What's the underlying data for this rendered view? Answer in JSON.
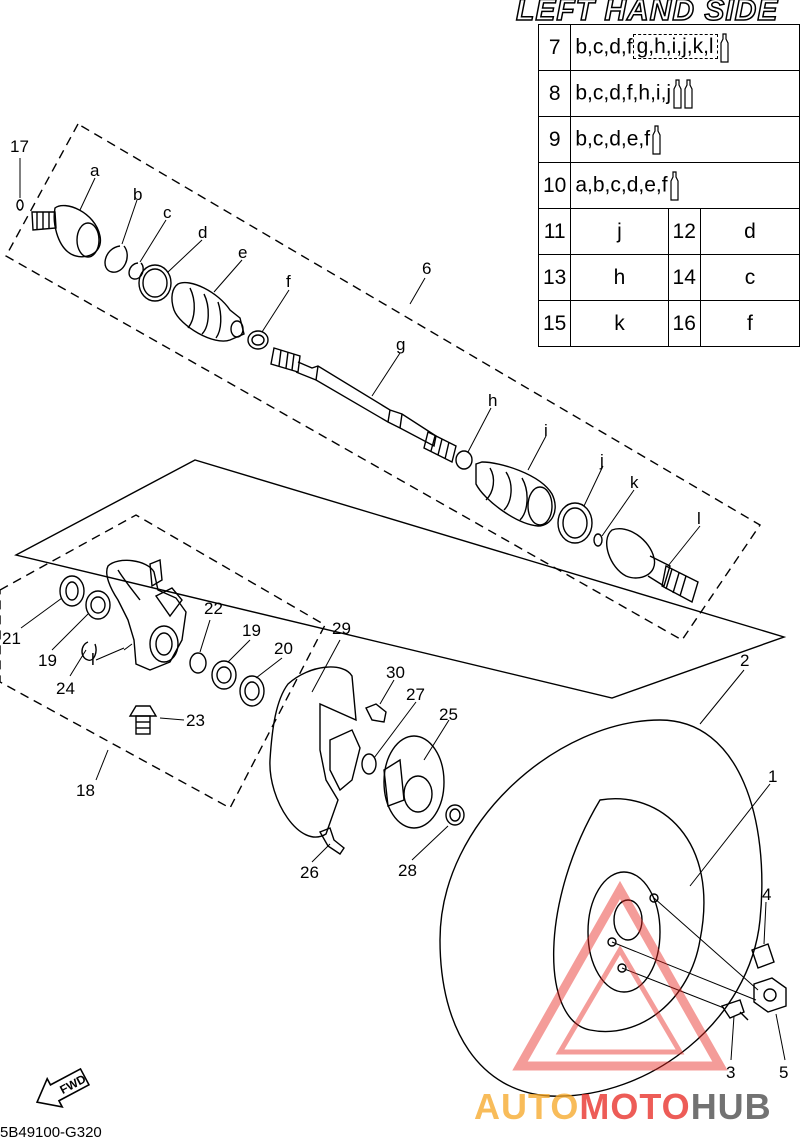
{
  "header": {
    "title": "LEFT HAND SIDE"
  },
  "table": {
    "rows": [
      {
        "num": "7",
        "parts": "b,c,d,f",
        "boxed": "g,h,i,j,k,l",
        "tubes": 1
      },
      {
        "num": "8",
        "parts": "b,c,d,f,h,i,j",
        "boxed": "",
        "tubes": 2
      },
      {
        "num": "9",
        "parts": "b,c,d,e,f",
        "boxed": "",
        "tubes": 1
      },
      {
        "num": "10",
        "parts": "a,b,c,d,e,f",
        "boxed": "",
        "tubes": 1
      }
    ],
    "pairs": [
      {
        "n1": "11",
        "v1": "j",
        "n2": "12",
        "v2": "d"
      },
      {
        "n1": "13",
        "v1": "h",
        "n2": "14",
        "v2": "c"
      },
      {
        "n1": "15",
        "v1": "k",
        "n2": "16",
        "v2": "f"
      }
    ]
  },
  "callouts": {
    "n17": "17",
    "a": "a",
    "b": "b",
    "c": "c",
    "d": "d",
    "e": "e",
    "f": "f",
    "n6": "6",
    "g": "g",
    "h": "h",
    "i": "i",
    "j": "j",
    "k": "k",
    "l": "l",
    "n21": "21",
    "n19a": "19",
    "n24": "24",
    "l2": "l",
    "n22": "22",
    "n19b": "19",
    "n20": "20",
    "n23": "23",
    "n18": "18",
    "n29": "29",
    "n30": "30",
    "n27": "27",
    "n25": "25",
    "n26": "26",
    "n28": "28",
    "n2": "2",
    "n1": "1",
    "n4": "4",
    "n3": "3",
    "n5": "5"
  },
  "fwd": "FWD",
  "diagram_code": "5B49100-G320",
  "watermark": {
    "part1": "AUTO",
    "part2": "MOTO",
    "part3": "HUB",
    "color1": "#f6a623",
    "color2": "#e8261f",
    "color3": "#444444"
  }
}
